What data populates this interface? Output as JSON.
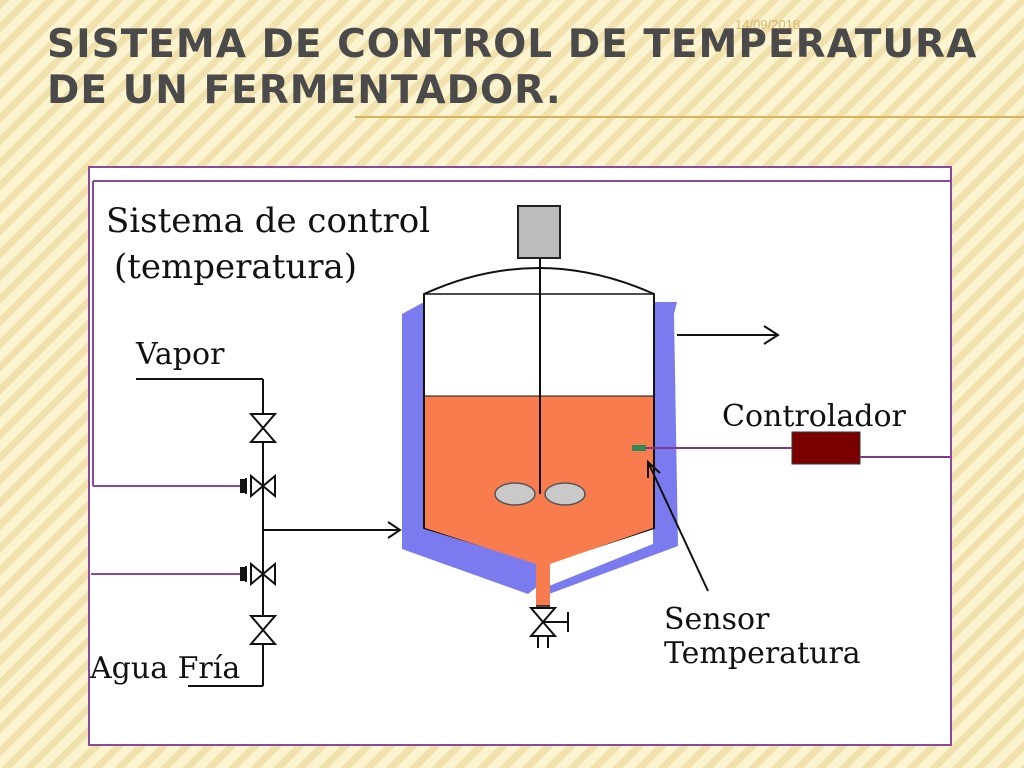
{
  "slide": {
    "date": "14/09/2018",
    "title": "SISTEMA DE CONTROL DE TEMPERATURA DE UN FERMENTADOR."
  },
  "diagram": {
    "heading_line1": "Sistema de control",
    "heading_line2": "(temperatura)",
    "vapor_label": "Vapor",
    "water_label": "Agua Fría",
    "controller_label": "Controlador",
    "sensor_label_line1": "Sensor",
    "sensor_label_line2": "Temperatura"
  },
  "colors": {
    "jacket": "#7b7bf0",
    "liquid": "#f97c4e",
    "controller": "#7a0000",
    "signal_line": "#7b3a8c",
    "motor": "#bcbcbc",
    "sensor_probe": "#2e8b57"
  }
}
